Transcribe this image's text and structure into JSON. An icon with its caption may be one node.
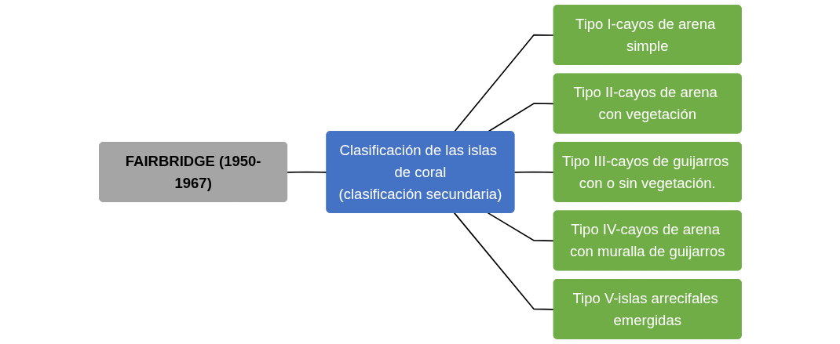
{
  "diagram": {
    "nodes": [
      {
        "text": [
          "FAIRBRIDGE (1950-1967)"
        ]
      },
      {
        "text": [
          "Clasificación de las islas de coral",
          "(clasificación secundaria)"
        ]
      },
      {
        "text": [
          "Tipo I-cayos de arena simple"
        ]
      },
      {
        "text": [
          "Tipo II-cayos de arena con vegetación"
        ]
      },
      {
        "text": [
          "Tipo III-cayos de guijarros con o sin vegetación."
        ]
      },
      {
        "text": [
          "Tipo IV-cayos de arena con muralla de guijarros"
        ]
      },
      {
        "text": [
          "Tipo V-islas arrecifales emergidas"
        ]
      }
    ],
    "edges": [
      {
        "from": 0,
        "to": 1,
        "arrow": "none"
      },
      {
        "from": 1,
        "to": 2,
        "arrow": "none"
      },
      {
        "from": 1,
        "to": 3,
        "arrow": "none"
      },
      {
        "from": 1,
        "to": 4,
        "arrow": "none"
      },
      {
        "from": 1,
        "to": 5,
        "arrow": "none"
      },
      {
        "from": 1,
        "to": 6,
        "arrow": "none"
      }
    ]
  }
}
